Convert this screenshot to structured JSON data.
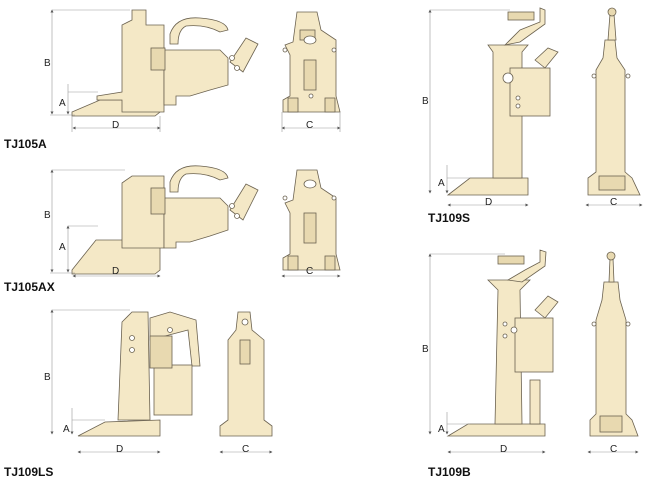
{
  "models": [
    {
      "name": "TJ105A",
      "dims": {
        "a": "A",
        "b": "B",
        "c": "C",
        "d": "D"
      }
    },
    {
      "name": "TJ105AX",
      "dims": {
        "a": "A",
        "b": "B",
        "c": "C",
        "d": "D"
      }
    },
    {
      "name": "TJ109LS",
      "dims": {
        "a": "A",
        "b": "B",
        "c": "C",
        "d": "D"
      }
    },
    {
      "name": "TJ109S",
      "dims": {
        "a": "A",
        "b": "B",
        "c": "C",
        "d": "D"
      }
    },
    {
      "name": "TJ109B",
      "dims": {
        "a": "A",
        "b": "B",
        "c": "C",
        "d": "D"
      }
    }
  ],
  "colors": {
    "body": "#f4e8c6",
    "outline": "#6b6250"
  }
}
